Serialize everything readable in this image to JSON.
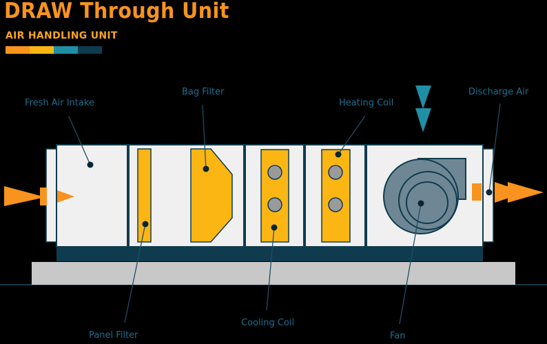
{
  "header": {
    "title": "DRAW Through Unit",
    "subtitle": "AIR HANDLING UNIT"
  },
  "palette": [
    "#f7931e",
    "#fbb614",
    "#1f8fa5",
    "#0f3b4e"
  ],
  "labels": {
    "fresh_air_intake": "Fresh Air Intake",
    "bag_filter": "Bag Filter",
    "heating_coil": "Heating Coil",
    "discharge_air": "Discharge Air",
    "panel_filter": "Panel Filter",
    "cooling_coil": "Cooling Coil",
    "fan": "Fan"
  },
  "colors": {
    "background": "#000000",
    "unit_panel": "#f0f0f0",
    "base_frame": "#0f3b4e",
    "plinth": "#c8c8c8",
    "filter_fill": "#fbb614",
    "coil_circle": "#9a9a9a",
    "fan_housing": "#6f8794",
    "arrow_orange": "#f7931e",
    "arrow_teal": "#1f8fa5",
    "label_text": "#1f6e8c"
  }
}
